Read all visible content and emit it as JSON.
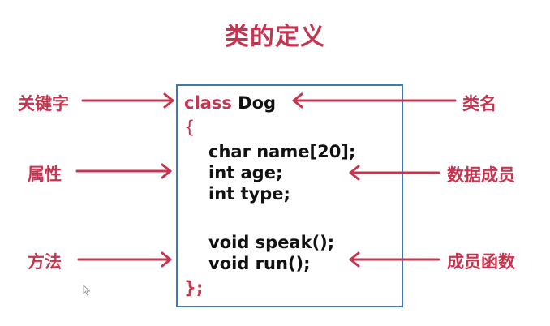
{
  "title": "类的定义",
  "colors": {
    "accent": "#c7344f",
    "box_border": "#3f77b8",
    "code_text": "#111111",
    "background": "#ffffff"
  },
  "left_labels": [
    {
      "text": "关键字",
      "target": "class"
    },
    {
      "text": "属性"
    },
    {
      "text": "方法"
    }
  ],
  "right_labels": [
    {
      "text": "类名",
      "target": "Dog"
    },
    {
      "text": "数据成员"
    },
    {
      "text": "成员函数"
    }
  ],
  "code": {
    "keyword": "class",
    "class_name": "Dog",
    "open_brace": "{",
    "members": [
      "char name[20];",
      "int age;",
      "int type;"
    ],
    "methods": [
      "void speak();",
      "void run();"
    ],
    "close_brace": "};"
  },
  "icons": {
    "cursor": "mouse-pointer-icon",
    "arrow": "arrow-icon"
  }
}
